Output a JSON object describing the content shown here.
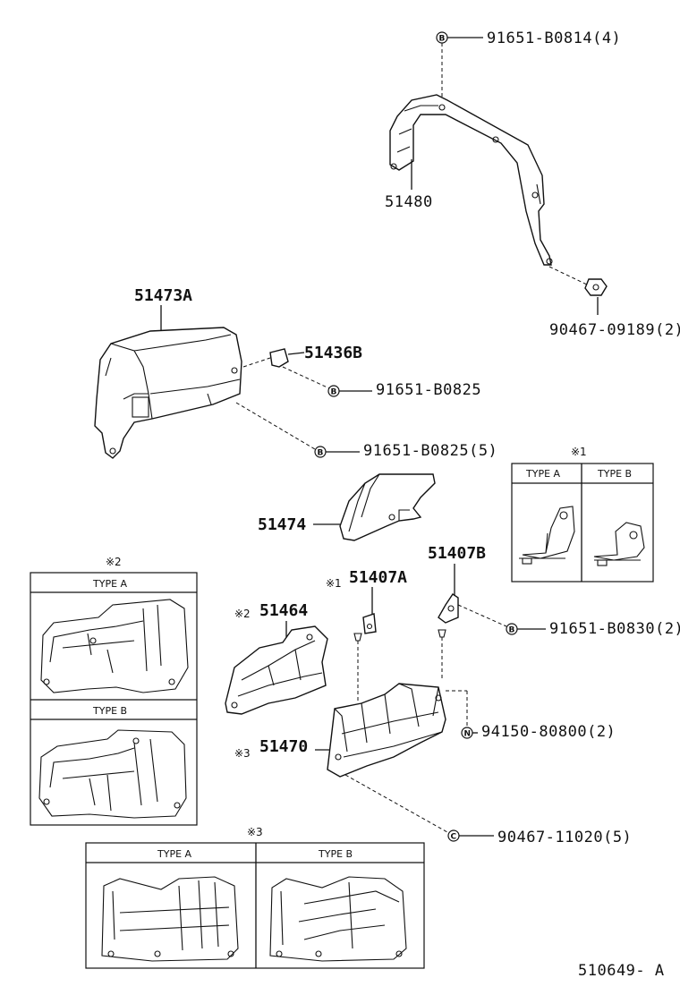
{
  "labels": {
    "bolt_top": "91651-B0814(4)",
    "bracket_upper": "51480",
    "clip_right": "90467-09189(2)",
    "cover_main": "51473A",
    "bracket_small": "51436B",
    "bolt_1": "91651-B0825",
    "bolt_2": "91651-B0825(5)",
    "shield_mid": "51474",
    "bracket_b": "51407B",
    "bracket_a": "51407A",
    "cover_left": "51464",
    "bolt_3": "91651-B0830(2)",
    "nut": "94150-80800(2)",
    "cover_lower": "51470",
    "clip_lower": "90467-11020(5)",
    "diagram_id": "510649- A"
  },
  "markers": {
    "mark1": "※1",
    "mark2": "※2",
    "mark3": "※3",
    "circle_b": "B",
    "circle_n": "N",
    "circle_c": "C"
  },
  "insets": {
    "inset1": {
      "note": "※1",
      "type_a": "TYPE A",
      "type_b": "TYPE B"
    },
    "inset2": {
      "note": "※2",
      "type_a": "TYPE A",
      "type_b": "TYPE B"
    },
    "inset3": {
      "note": "※3",
      "type_a": "TYPE A",
      "type_b": "TYPE B"
    }
  }
}
